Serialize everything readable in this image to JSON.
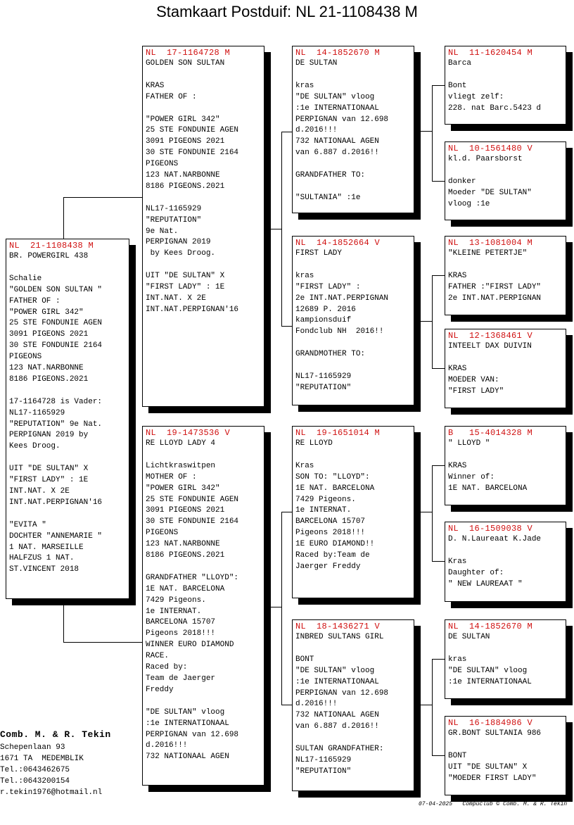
{
  "title": "Stamkaart Postduif: NL  21-1108438 M",
  "pigeons": [
    {
      "ring": "NL  21-1108438 M",
      "lines": [
        "BR. POWERGIRL 438",
        "",
        "Schalie",
        "\"GOLDEN SON SULTAN \"",
        "FATHER OF :",
        "\"POWER GIRL 342\"",
        "25 STE FONDUNIE AGEN",
        "3091 PIGEONS 2021",
        "30 STE FONDUNIE 2164",
        "PIGEONS",
        "123 NAT.NARBONNE",
        "8186 PIGEONS.2021",
        "",
        "17-1164728 is Vader:",
        "NL17-1165929",
        "\"REPUTATION\" 9e Nat.",
        "PERPIGNAN 2019 by",
        "Kees Droog.",
        "",
        "UIT \"DE SULTAN\" X",
        "\"FIRST LADY\" : 1E",
        "INT.NAT. X 2E",
        "INT.NAT.PERPIGNAN'16",
        "",
        "\"EVITA \"",
        "DOCHTER \"ANNEMARIE \"",
        "1 NAT. MARSEILLE",
        "HALFZUS 1 NAT.",
        "ST.VINCENT 2018"
      ]
    },
    {
      "ring": "NL  17-1164728 M",
      "lines": [
        "GOLDEN SON SULTAN",
        "",
        "KRAS",
        "FATHER OF :",
        "",
        "\"POWER GIRL 342\"",
        "25 STE FONDUNIE AGEN",
        "3091 PIGEONS 2021",
        "30 STE FONDUNIE 2164",
        "PIGEONS",
        "123 NAT.NARBONNE",
        "8186 PIGEONS.2021",
        "",
        "NL17-1165929",
        "\"REPUTATION\"",
        "9e Nat.",
        "PERPIGNAN 2019",
        " by Kees Droog.",
        "",
        "UIT \"DE SULTAN\" X",
        "\"FIRST LADY\" : 1E",
        "INT.NAT. X 2E",
        "INT.NAT.PERPIGNAN'16"
      ]
    },
    {
      "ring": "NL  19-1473536 V",
      "lines": [
        "RE LLOYD LADY 4",
        "",
        "Lichtkraswitpen",
        "MOTHER OF :",
        "\"POWER GIRL 342\"",
        "25 STE FONDUNIE AGEN",
        "3091 PIGEONS 2021",
        "30 STE FONDUNIE 2164",
        "PIGEONS",
        "123 NAT.NARBONNE",
        "8186 PIGEONS.2021",
        "",
        "GRANDFATHER \"LLOYD\":",
        "1E NAT. BARCELONA",
        "7429 Pigeons.",
        "1e INTERNAT.",
        "BARCELONA 15707",
        "Pigeons 2018!!!",
        "WINNER EURO DIAMOND",
        "RACE.",
        "Raced by:",
        "Team de Jaerger",
        "Freddy",
        "",
        "\"DE SULTAN\" vloog",
        ":1e INTERNATIONAAL",
        "PERPIGNAN van 12.698",
        "d.2016!!!",
        "732 NATIONAAL AGEN"
      ]
    },
    {
      "ring": "NL  14-1852670 M",
      "lines": [
        "DE SULTAN",
        "",
        "kras",
        "\"DE SULTAN\" vloog",
        ":1e INTERNATIONAAL",
        "PERPIGNAN van 12.698",
        "d.2016!!!",
        "732 NATIONAAL AGEN",
        "van 6.887 d.2016!!",
        "",
        "GRANDFATHER TO:",
        "",
        "\"SULTANIA\" :1e"
      ]
    },
    {
      "ring": "NL  14-1852664 V",
      "lines": [
        "FIRST LADY",
        "",
        "kras",
        "\"FIRST LADY\" :",
        "2e INT.NAT.PERPIGNAN",
        "12689 P. 2016",
        "kampionsduif",
        "Fondclub NH  2016!!",
        "",
        "GRANDMOTHER TO:",
        "",
        "NL17-1165929",
        "\"REPUTATION\""
      ]
    },
    {
      "ring": "NL  19-1651014 M",
      "lines": [
        "RE LLOYD",
        "",
        "Kras",
        "SON TO: \"LLOYD\":",
        "1E NAT. BARCELONA",
        "7429 Pigeons.",
        "1e INTERNAT.",
        "BARCELONA 15707",
        "Pigeons 2018!!!",
        "1E EURO DIAMOND!!",
        "Raced by:Team de",
        "Jaerger Freddy"
      ]
    },
    {
      "ring": "NL  18-1436271 V",
      "lines": [
        "INBRED SULTANS GIRL",
        "",
        "BONT",
        "\"DE SULTAN\" vloog",
        ":1e INTERNATIONAAL",
        "PERPIGNAN van 12.698",
        "d.2016!!!",
        "732 NATIONAAL AGEN",
        "van 6.887 d.2016!!",
        "",
        "SULTAN GRANDFATHER:",
        "NL17-1165929",
        "\"REPUTATION\""
      ]
    },
    {
      "ring": "NL  11-1620454 M",
      "lines": [
        "Barca",
        "",
        "Bont",
        "vliegt zelf:",
        "228. nat Barc.5423 d"
      ]
    },
    {
      "ring": "NL  10-1561480 V",
      "lines": [
        "kl.d. Paarsborst",
        "",
        "donker",
        "Moeder \"DE SULTAN\"",
        "vloog :1e"
      ]
    },
    {
      "ring": "NL  13-1081004 M",
      "lines": [
        "\"KLEINE PETERTJE\"",
        "",
        "KRAS",
        "FATHER :\"FIRST LADY\"",
        "2e INT.NAT.PERPIGNAN"
      ]
    },
    {
      "ring": "NL  12-1368461 V",
      "lines": [
        "INTEELT DAX DUIVIN",
        "",
        "KRAS",
        "MOEDER VAN:",
        "\"FIRST LADY\""
      ]
    },
    {
      "ring": "B   15-4014328 M",
      "lines": [
        "\" LLOYD \"",
        "",
        "KRAS",
        "Winner of:",
        "1E NAT. BARCELONA"
      ]
    },
    {
      "ring": "NL  16-1509038 V",
      "lines": [
        "D. N.Laureaat K.Jade",
        "",
        "Kras",
        "Daughter of:",
        "\" NEW LAUREAAT \""
      ]
    },
    {
      "ring": "NL  14-1852670 M",
      "lines": [
        "DE SULTAN",
        "",
        "kras",
        "\"DE SULTAN\" vloog",
        ":1e INTERNATIONAAL"
      ]
    },
    {
      "ring": "NL  16-1884986 V",
      "lines": [
        "GR.BONT SULTANIA 986",
        "",
        "BONT",
        "UIT \"DE SULTAN\" X",
        "\"MOEDER FIRST LADY\""
      ]
    }
  ],
  "owner": {
    "name": "Comb. M. & R. Tekin",
    "address": "Schepenlaan 93",
    "city": "1671 TA  MEDEMBLIK",
    "phone1": "Tel.:0643462675",
    "phone2": "Tel.:0643200154",
    "email": "r.tekin1976@hotmail.nl"
  },
  "footer": "07-04-2025   Compuclub © Comb. M. & R. Tekin"
}
